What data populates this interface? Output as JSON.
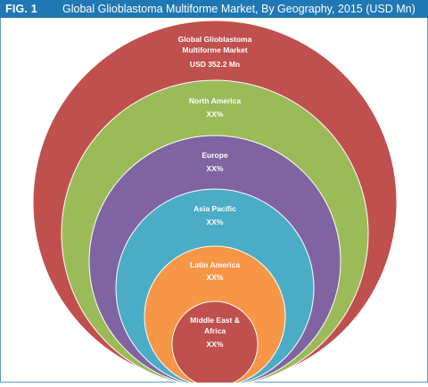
{
  "figure": {
    "label": "FIG. 1",
    "title": "Global Glioblastoma Multiforme Market, By Geography, 2015 (USD Mn)"
  },
  "rings": [
    {
      "name_lines": [
        "Global Glioblastoma",
        "Multiforme Market"
      ],
      "value": "USD 352.2 Mn",
      "color": "#c0504d"
    },
    {
      "name_lines": [
        "North America"
      ],
      "value": "XX%",
      "color": "#9bbb59"
    },
    {
      "name_lines": [
        "Europe"
      ],
      "value": "XX%",
      "color": "#8064a2"
    },
    {
      "name_lines": [
        "Asia Pacific"
      ],
      "value": "XX%",
      "color": "#4bacc6"
    },
    {
      "name_lines": [
        "Latin America"
      ],
      "value": "XX%",
      "color": "#f79646"
    },
    {
      "name_lines": [
        "Middle East &",
        "Africa"
      ],
      "value": "XX%",
      "color": "#c0504d"
    }
  ]
}
